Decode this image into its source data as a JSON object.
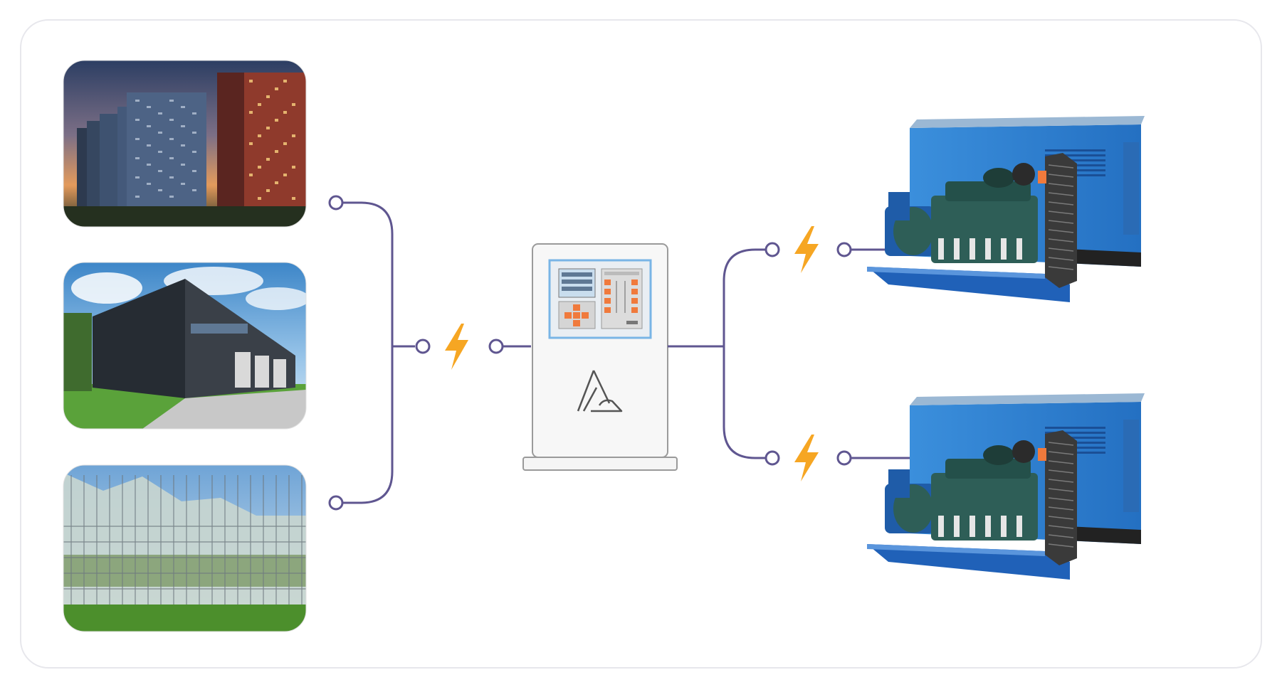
{
  "diagram": {
    "colors": {
      "line": "#5f5690",
      "bolt": "#f6a623",
      "border": "#e7e7ec",
      "generator_blue": "#2f7fd0",
      "generator_dark": "#1a4f96",
      "engine_green": "#2e5e57",
      "panel_bg": "#f7f7f7",
      "panel_stroke": "#9a9a9a",
      "screen_frame": "#79b5e6",
      "button_orange": "#f07a3c"
    },
    "consumers": [
      {
        "name": "residential-towers",
        "icon": "city-buildings-photo"
      },
      {
        "name": "warehouse",
        "icon": "industrial-warehouse-photo"
      },
      {
        "name": "greenhouse",
        "icon": "glass-greenhouse-photo"
      }
    ],
    "controller": {
      "icon": "automatic-transfer-switch-cabinet",
      "logo": "brand-logo"
    },
    "generators": [
      {
        "name": "diesel-generator-1",
        "icon": "diesel-generator-set"
      },
      {
        "name": "diesel-generator-2",
        "icon": "diesel-generator-set"
      }
    ],
    "power_icon": "lightning-bolt-icon"
  }
}
